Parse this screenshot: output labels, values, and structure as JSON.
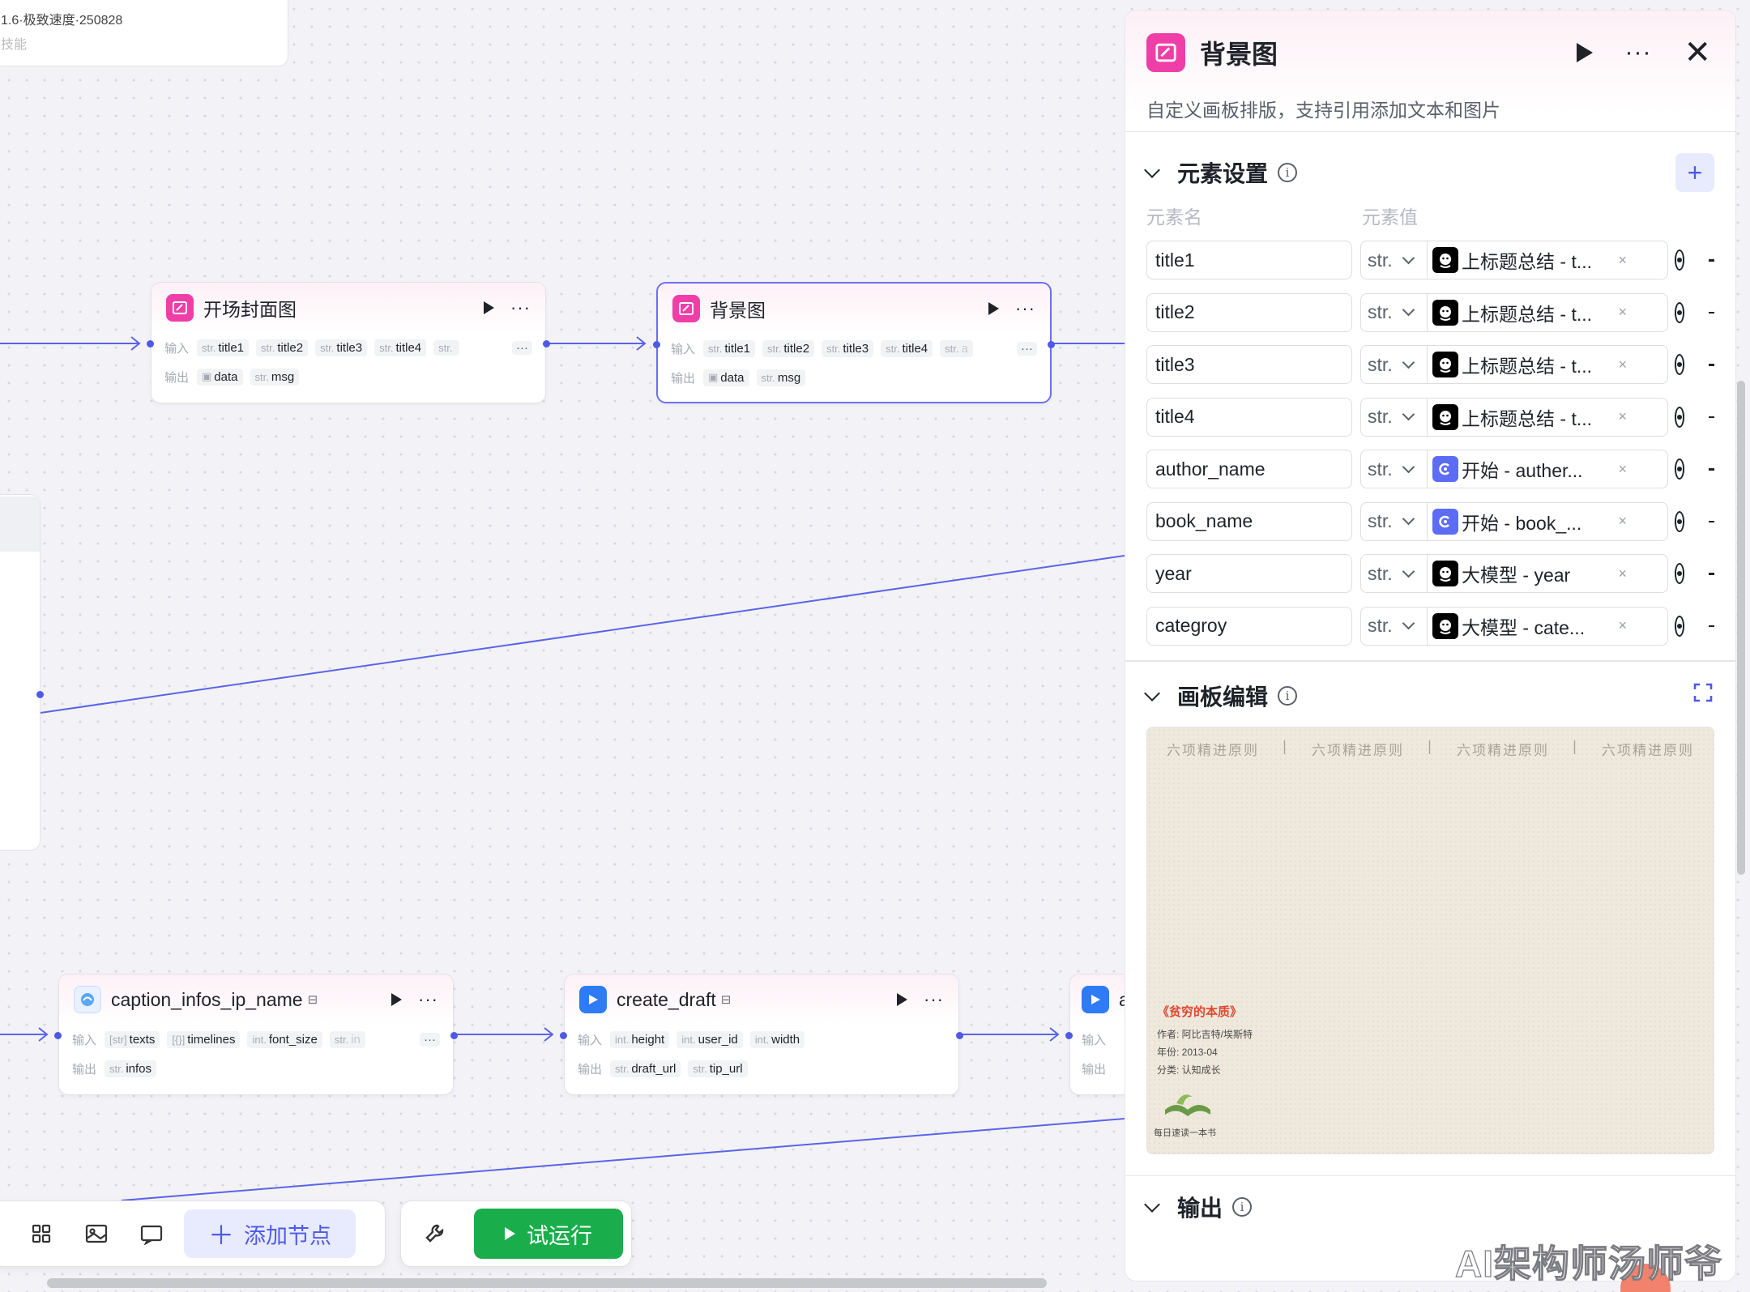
{
  "partial_card": {
    "line1": "1.6·极致速度·250828",
    "line2": "技能"
  },
  "nodes": {
    "cover": {
      "title": "开场封面图",
      "input_label": "输入",
      "output_label": "输出",
      "inputs": [
        {
          "type": "str.",
          "name": "title1"
        },
        {
          "type": "str.",
          "name": "title2"
        },
        {
          "type": "str.",
          "name": "title3"
        },
        {
          "type": "str.",
          "name": "title4"
        },
        {
          "type": "str.",
          "name": "..."
        }
      ],
      "outputs": [
        {
          "type": "img",
          "name": "data"
        },
        {
          "type": "str.",
          "name": "msg"
        }
      ]
    },
    "background": {
      "title": "背景图",
      "input_label": "输入",
      "output_label": "输出",
      "inputs": [
        {
          "type": "str.",
          "name": "title1"
        },
        {
          "type": "str.",
          "name": "title2"
        },
        {
          "type": "str.",
          "name": "title3"
        },
        {
          "type": "str.",
          "name": "title4"
        },
        {
          "type": "str.",
          "name": "a"
        }
      ],
      "outputs": [
        {
          "type": "img",
          "name": "data"
        },
        {
          "type": "str.",
          "name": "msg"
        }
      ]
    },
    "caption": {
      "title": "caption_infos_ip_name",
      "input_label": "输入",
      "output_label": "输出",
      "inputs": [
        {
          "type": "[str]",
          "name": "texts"
        },
        {
          "type": "[{}]",
          "name": "timelines"
        },
        {
          "type": "int.",
          "name": "font_size"
        },
        {
          "type": "str.",
          "name": "in"
        }
      ],
      "outputs": [
        {
          "type": "str.",
          "name": "infos"
        }
      ]
    },
    "create_draft": {
      "title": "create_draft",
      "input_label": "输入",
      "output_label": "输出",
      "inputs": [
        {
          "type": "int.",
          "name": "height"
        },
        {
          "type": "int.",
          "name": "user_id"
        },
        {
          "type": "int.",
          "name": "width"
        }
      ],
      "outputs": [
        {
          "type": "str.",
          "name": "draft_url"
        },
        {
          "type": "str.",
          "name": "tip_url"
        }
      ]
    },
    "partial_right": {
      "title": "a",
      "input_label": "输入",
      "output_label": "输出"
    }
  },
  "toolbar": {
    "add_node_label": "添加节点",
    "run_label": "试运行"
  },
  "panel": {
    "title": "背景图",
    "description": "自定义画板排版，支持引用添加文本和图片",
    "elements_section": {
      "title": "元素设置",
      "col_name": "元素名",
      "col_value": "元素值",
      "rows": [
        {
          "name": "title1",
          "type": "str.",
          "ref": "上标题总结 - t...",
          "source": "llm"
        },
        {
          "name": "title2",
          "type": "str.",
          "ref": "上标题总结 - t...",
          "source": "llm"
        },
        {
          "name": "title3",
          "type": "str.",
          "ref": "上标题总结 - t...",
          "source": "llm"
        },
        {
          "name": "title4",
          "type": "str.",
          "ref": "上标题总结 - t...",
          "source": "llm"
        },
        {
          "name": "author_name",
          "type": "str.",
          "ref": "开始 - auther...",
          "source": "start"
        },
        {
          "name": "book_name",
          "type": "str.",
          "ref": "开始 - book_...",
          "source": "start"
        },
        {
          "name": "year",
          "type": "str.",
          "ref": "大模型 - year",
          "source": "llm"
        },
        {
          "name": "categroy",
          "type": "str.",
          "ref": "大模型 - cate...",
          "source": "llm"
        }
      ]
    },
    "board_section": {
      "title": "画板编辑",
      "board": {
        "top_items": [
          "六项精进原则",
          "|",
          "六项精进原则",
          "|",
          "六项精进原则",
          "|",
          "六项精进原则"
        ],
        "book_title": "《贫穷的本质》",
        "author_line": "作者: 阿比吉特/埃斯特",
        "year_line": "年份: 2013-04",
        "category_line": "分类: 认知成长",
        "slogan": "每日速读一本书"
      }
    },
    "output_section": {
      "title": "输出"
    }
  },
  "watermark": "AI架构师汤师爷",
  "colors": {
    "accent": "#4e5ae6",
    "node_pink": "#f03ea8",
    "run_green": "#19ae4b",
    "edge": "#5b63e8"
  }
}
